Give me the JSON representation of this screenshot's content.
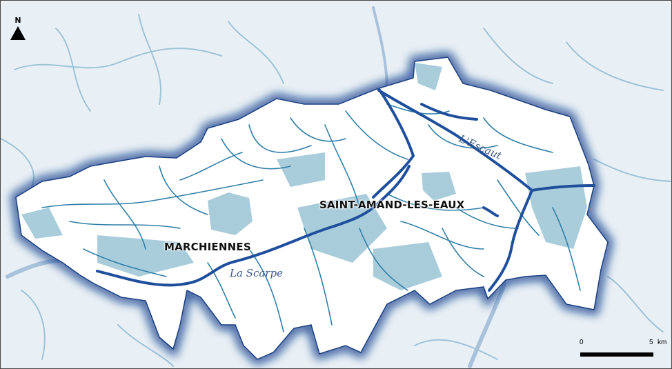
{
  "map": {
    "towns": [
      "MARCHIENNES",
      "SAINT-AMAND-LES-EAUX"
    ],
    "rivers": [
      "La Scarpe",
      "L'Escaut"
    ],
    "north_label": "N",
    "scale": {
      "start": "0",
      "end": "5",
      "unit": "km"
    },
    "colors": {
      "background": "#e9f0f5",
      "region_fill": "#ffffff",
      "region_glow": "#0e3a8a",
      "major_waterway": "#1f4f9c",
      "minor_waterway": "#2f7fa8",
      "urban_fill": "#8dbcd0",
      "outside_stream": "#9ec3d8"
    }
  }
}
